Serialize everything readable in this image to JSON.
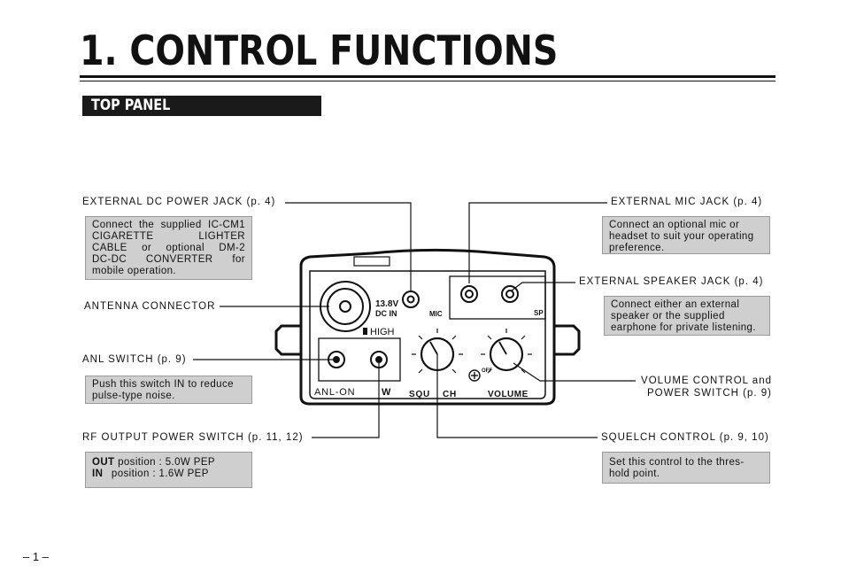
{
  "title": "1. CONTROL FUNCTIONS",
  "section": "TOP PANEL",
  "labels": {
    "dc_jack": "EXTERNAL DC POWER JACK (p. 4)",
    "mic_jack": "EXTERNAL MIC JACK (p. 4)",
    "antenna": "ANTENNA CONNECTOR",
    "speaker_jack": "EXTERNAL SPEAKER JACK (p. 4)",
    "anl_switch": "ANL SWITCH (p. 9)",
    "volume_line1": "VOLUME CONTROL and",
    "volume_line2": "POWER SWITCH (p. 9)",
    "rf_output": "RF OUTPUT POWER SWITCH (p. 11, 12)",
    "squelch": "SQUELCH CONTROL (p. 9, 10)"
  },
  "boxes": {
    "dc": [
      "Connect the supplied IC-CM1",
      "CIGARETTE LIGHTER",
      "CABLE or optional DM-2",
      "DC-DC CONVERTER for",
      "mobile operation."
    ],
    "mic": [
      "Connect an optional mic or",
      "headset to suit your operating",
      "preference."
    ],
    "speaker": [
      "Connect either an external",
      "speaker or the supplied",
      "earphone for private listening."
    ],
    "anl": [
      "Push this switch IN to reduce",
      "pulse-type noise."
    ],
    "rf": {
      "row1_key": "OUT",
      "row1_text": "position : 5.0W PEP",
      "row2_key": "IN",
      "row2_text": "position : 1.6W PEP"
    },
    "squelch": [
      "Set this control to the thres-",
      "hold point."
    ]
  },
  "panel": {
    "dc_mark": "13.8V",
    "dc_in": "DC IN",
    "mic": "MIC",
    "sp": "SP",
    "high": "HIGH",
    "anl_on": "ANL-ON",
    "low": "W",
    "squelch_left": "SQU",
    "squelch_right": "CH",
    "volume": "VOLUME",
    "off": "OFF"
  },
  "page_number": "– 1 –"
}
